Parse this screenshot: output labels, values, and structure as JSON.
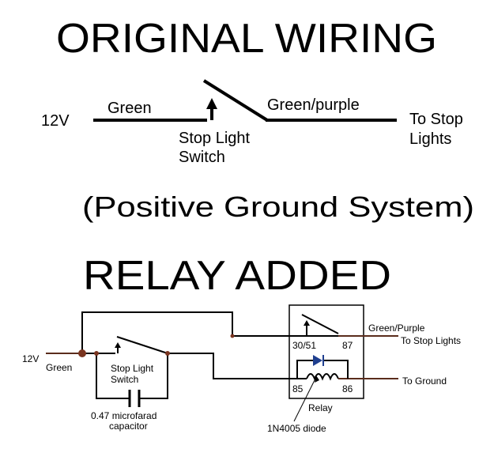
{
  "top": {
    "title": "ORIGINAL WIRING",
    "label_12v": "12V",
    "label_green": "Green",
    "label_green_purple": "Green/purple",
    "label_switch_1": "Stop Light",
    "label_switch_2": "Switch",
    "label_dest_1": "To Stop",
    "label_dest_2": "Lights"
  },
  "subtitle": "(Positive  Ground  System)",
  "bottom": {
    "title": "RELAY ADDED",
    "label_12v": "12V",
    "label_green": "Green",
    "label_switch_1": "Stop Light",
    "label_switch_2": "Switch",
    "label_cap_1": "0.47 microfarad",
    "label_cap_2": "capacitor",
    "relay": {
      "pin_30_51": "30/51",
      "pin_87": "87",
      "pin_85": "85",
      "pin_86": "86",
      "label": "Relay"
    },
    "label_green_purple": "Green/Purple",
    "label_to_stop": "To Stop Lights",
    "label_to_ground": "To Ground",
    "label_diode": "1N4005 diode"
  },
  "colors": {
    "wire": "#000000",
    "lead": "#5a2c1c",
    "node": "#7a3520"
  }
}
